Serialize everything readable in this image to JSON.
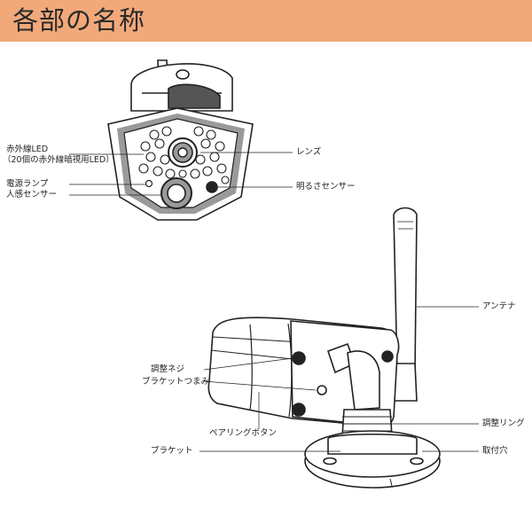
{
  "header": {
    "title": "各部の名称"
  },
  "labels": {
    "ir_led_line1": "赤外線LED",
    "ir_led_line2": "（20個の赤外線暗視用LED）",
    "power_lamp": "電源ランプ",
    "motion_sensor": "人感センサー",
    "lens": "レンズ",
    "light_sensor": "明るさセンサー",
    "antenna": "アンテナ",
    "adjust_screw": "調整ネジ",
    "bracket_knob": "ブラケットつまみ",
    "pairing_button": "ペアリングボタン",
    "adjust_ring": "調整リング",
    "bracket": "ブラケット",
    "mount_hole": "取付穴"
  },
  "colors": {
    "header_bg": "#f2a97a",
    "line": "#222222",
    "panel_gray": "#9a9a9a"
  }
}
